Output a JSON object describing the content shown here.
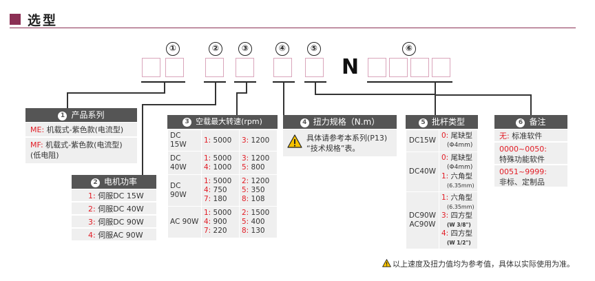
{
  "header": {
    "title": "选型"
  },
  "code": {
    "positions": [
      "①",
      "②",
      "③",
      "④",
      "⑤",
      "⑥"
    ],
    "n_letter": "N"
  },
  "cards": {
    "c1": {
      "num": "1",
      "title": "产品系列",
      "rows": [
        {
          "code": "ME:",
          "text": " 机载式-紫色款(电流型)"
        },
        {
          "code": "MF:",
          "text": " 机载式-紫色款(电流型)",
          "text2": "(低电阻)"
        }
      ]
    },
    "c2": {
      "num": "2",
      "title": "电机功率",
      "rows": [
        {
          "code": "1:",
          "text": " 伺服DC 15W"
        },
        {
          "code": "2:",
          "text": " 伺服DC 40W"
        },
        {
          "code": "3:",
          "text": " 伺服DC 90W"
        },
        {
          "code": "4:",
          "text": " 伺服AC 90W"
        }
      ]
    },
    "c3": {
      "num": "3",
      "title": "空载最大转速(rpm)",
      "rows": [
        {
          "model": "DC 15W",
          "a": [
            "1:",
            " 5000"
          ],
          "b": [
            "3:",
            " 1200"
          ]
        },
        {
          "model": "DC 40W",
          "a": [
            "1:",
            " 5000"
          ],
          "b": [
            "3:",
            " 1200"
          ],
          "c": [
            "4:",
            " 1000"
          ],
          "d": [
            "5:",
            " 800"
          ]
        },
        {
          "model": "DC 90W",
          "a": [
            "1:",
            " 5000"
          ],
          "b": [
            "2:",
            " 1200"
          ],
          "c": [
            "4:",
            " 750"
          ],
          "d": [
            "5:",
            " 350"
          ],
          "e": [
            "7:",
            " 180"
          ],
          "f": [
            "8:",
            " 108"
          ]
        },
        {
          "model": "AC 90W",
          "a": [
            "1:",
            " 5000"
          ],
          "b": [
            "2:",
            " 1500"
          ],
          "c": [
            "4:",
            " 900"
          ],
          "d": [
            "5:",
            " 400"
          ],
          "e": [
            "7:",
            " 220"
          ],
          "f": [
            "8:",
            " 130"
          ]
        }
      ]
    },
    "c4": {
      "num": "4",
      "title": "扭力规格（N.m）",
      "line1": "具体请参考本系列(P13)",
      "line2": "“技术规格”表。"
    },
    "c5": {
      "num": "5",
      "title": "批杆类型",
      "dc15": {
        "model": "DC15W",
        "code": "0:",
        "name": " 尾缺型",
        "size": "(Φ4mm)"
      },
      "dc40": {
        "model": "DC40W",
        "code0": "0:",
        "name0": " 尾缺型",
        "size0": "(Φ4mm)",
        "code1": "1:",
        "name1": " 六角型",
        "size1": "(6.35mm)"
      },
      "dc90": {
        "model1": "DC90W",
        "model2": "AC90W",
        "code1": "1:",
        "name1": " 六角型",
        "size1": "(6.35mm)",
        "code3": "3:",
        "name3": " 四方型",
        "size3": "(W 3/8\")",
        "code4": "4:",
        "name4": " 四方型",
        "size4": "(W 1/2\")"
      }
    },
    "c6": {
      "num": "6",
      "title": "备注",
      "rows": [
        {
          "code": "无:",
          "text": " 标准软件"
        },
        {
          "code": "0000~0050:",
          "text": "特殊功能软件"
        },
        {
          "code": "0051~9999:",
          "text": "非标、定制品"
        }
      ]
    }
  },
  "footnote": "以上速度及扭力值均为参考值，具体以实际使用为准。",
  "colors": {
    "accent": "#8b2f54",
    "box_border": "#d9a4ba",
    "code_red": "#e21b24",
    "card_head": "#555555",
    "card_bg": "#efefef",
    "warn_yellow": "#f6c200"
  }
}
